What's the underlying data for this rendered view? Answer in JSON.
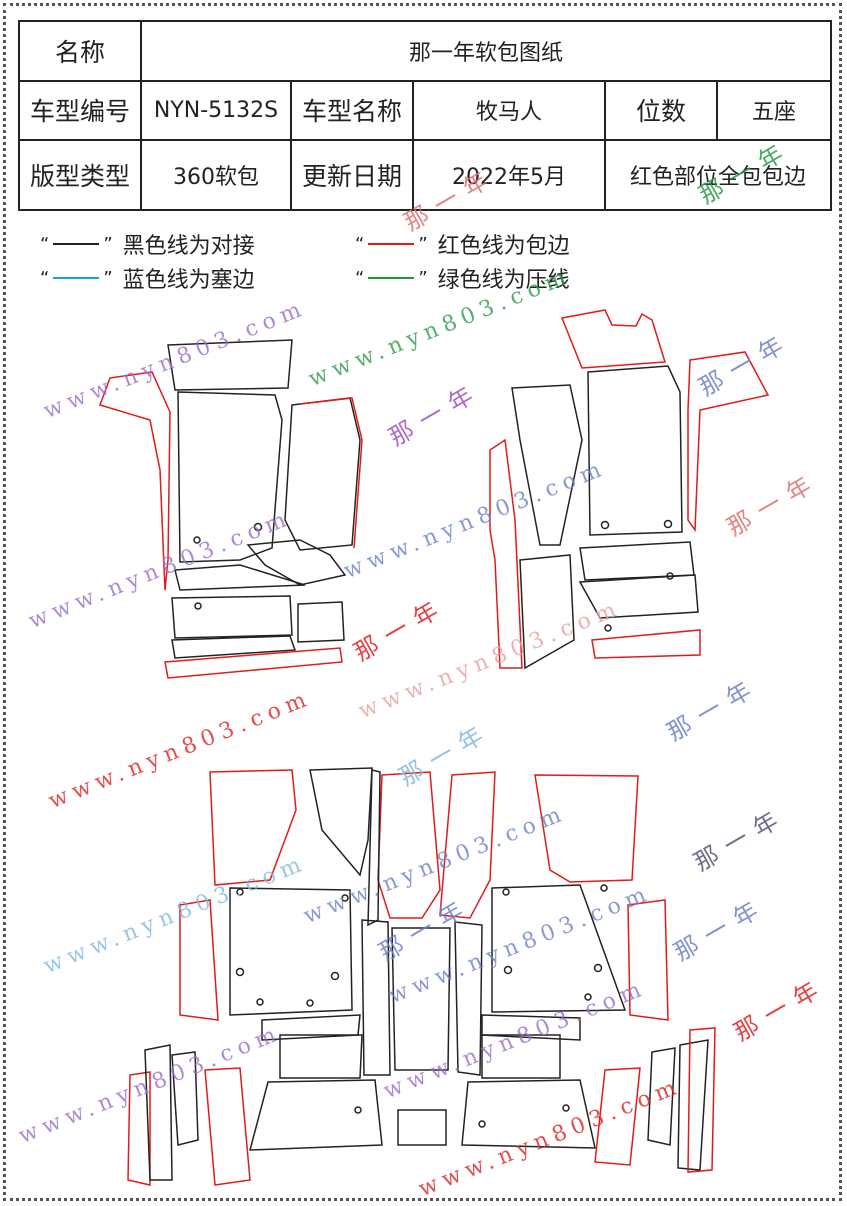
{
  "table": {
    "name_label": "名称",
    "name_value": "那一年软包图纸",
    "model_code_label": "车型编号",
    "model_code_value": "NYN-5132S",
    "model_name_label": "车型名称",
    "model_name_value": "牧马人",
    "seats_label": "位数",
    "seats_value": "五座",
    "type_label": "版型类型",
    "type_value": "360软包",
    "date_label": "更新日期",
    "date_value": "2022年5月",
    "note_value": "红色部位全包包边"
  },
  "legend": [
    {
      "open_quote": "“",
      "close_quote": "”",
      "text": "黑色线为对接",
      "color": "#222222"
    },
    {
      "open_quote": "“",
      "close_quote": "”",
      "text": "红色线为包边",
      "color": "#e01b1b"
    },
    {
      "open_quote": "“",
      "close_quote": "”",
      "text": "蓝色线为塞边",
      "color": "#1aa0d8"
    },
    {
      "open_quote": "“",
      "close_quote": "”",
      "text": "绿色线为压线",
      "color": "#1a9a3a"
    }
  ],
  "watermarks": {
    "site": "www.nyn803.com",
    "brand": "那一年"
  }
}
